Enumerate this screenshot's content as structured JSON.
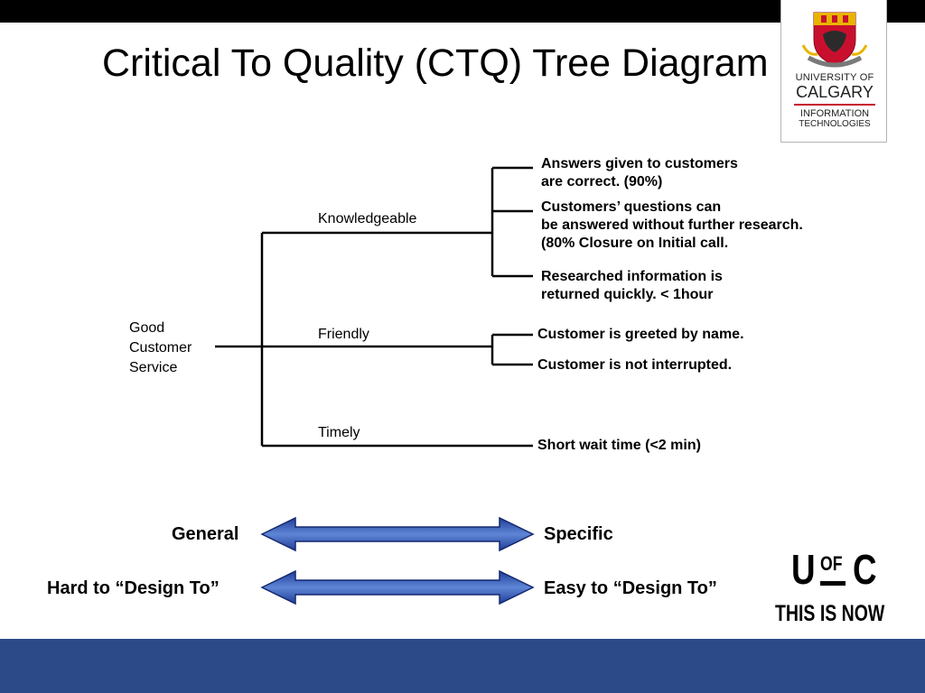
{
  "slide": {
    "title": "Critical To Quality (CTQ) Tree Diagram"
  },
  "logo": {
    "line1": "UNIVERSITY OF",
    "line2": "CALGARY",
    "line3": "INFORMATION",
    "line4": "TECHNOLOGIES"
  },
  "tree": {
    "root": [
      "Good",
      "Customer",
      "Service"
    ],
    "branches": [
      {
        "label": "Knowledgeable",
        "leaves": [
          [
            "Answers given to customers",
            "are correct. (90%)"
          ],
          [
            "Customers’ questions can",
            "be answered without further research.",
            "(80% Closure on Initial call."
          ],
          [
            "Researched information is",
            "returned quickly.  < 1hour"
          ]
        ]
      },
      {
        "label": "Friendly",
        "leaves": [
          [
            "Customer is greeted by name."
          ],
          [
            "Customer is not interrupted."
          ]
        ]
      },
      {
        "label": "Timely",
        "leaves": [
          [
            "Short wait time (<2 min)"
          ]
        ]
      }
    ]
  },
  "scale": {
    "rows": [
      {
        "left": "General",
        "right": "Specific"
      },
      {
        "left": "Hard to “Design To”",
        "right": "Easy to “Design To”"
      }
    ],
    "arrow_color": "#1f3d9a"
  },
  "brand": {
    "u": "U",
    "of": "OF",
    "c": "C",
    "tagline": "THIS IS NOW"
  }
}
